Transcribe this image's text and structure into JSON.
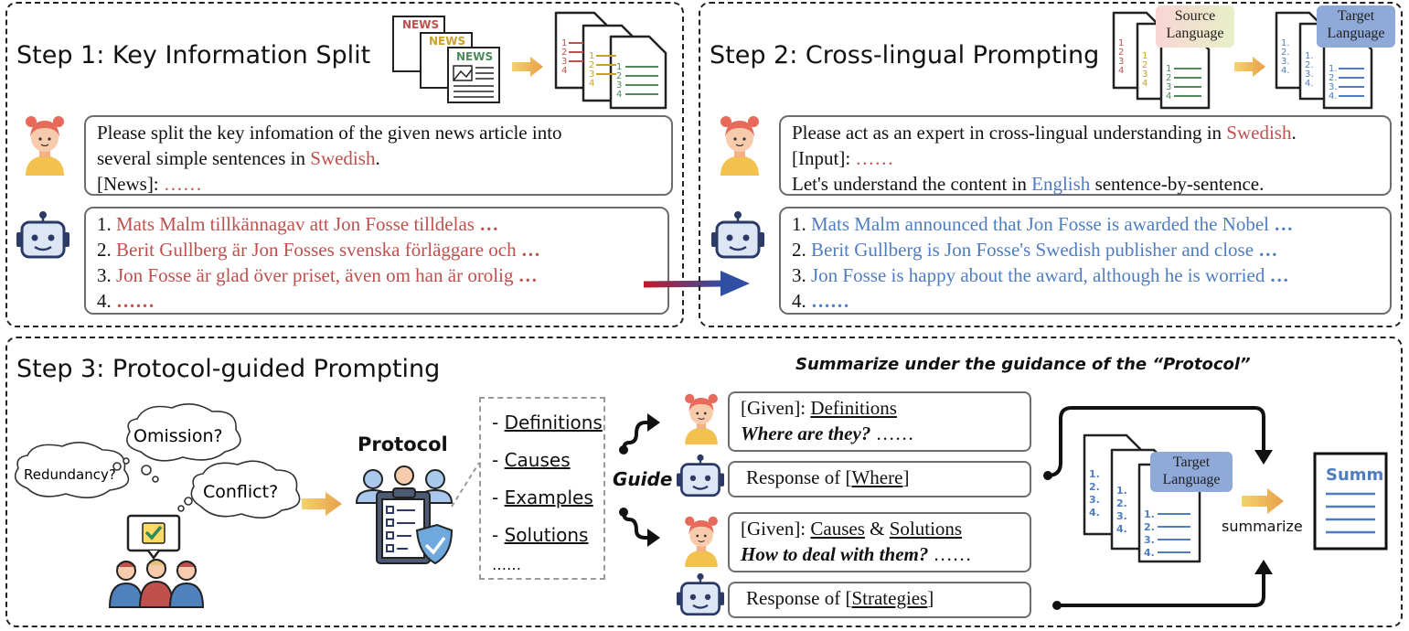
{
  "step1": {
    "title": "Step 1: Key Information Split",
    "news_label_1": "NEWS",
    "news_label_2": "NEWS",
    "news_label_3": "NEWS",
    "prompt": {
      "line1": "Please split the key infomation of the given news article into",
      "line2_prefix": "several simple sentences in ",
      "line2_lang": "Swedish",
      "line2_suffix": ".",
      "line3_prefix": "[News]: ",
      "line3_dots": "……"
    },
    "response": [
      {
        "num": "1. ",
        "text": "Mats Malm tillkännagav att Jon Fosse tilldelas ",
        "dots": "…"
      },
      {
        "num": "2. ",
        "text": "Berit Gullberg är Jon Fosses svenska förläggare och ",
        "dots": "…"
      },
      {
        "num": "3. ",
        "text": "Jon Fosse är glad över priset, även om han är orolig ",
        "dots": "…"
      },
      {
        "num": "4. ",
        "text": "",
        "dots": "……"
      }
    ]
  },
  "step2": {
    "title": "Step 2: Cross-lingual Prompting",
    "source_tag": "Source Language",
    "target_tag": "Target Language",
    "prompt": {
      "line1_prefix": "Please act as an expert in cross-lingual understanding in ",
      "line1_lang": "Swedish",
      "line1_suffix": ".",
      "line2_prefix": "[Input]: ",
      "line2_dots": "……",
      "line3_prefix": "Let's understand the content in ",
      "line3_lang": "English",
      "line3_suffix": " sentence-by-sentence."
    },
    "response": [
      {
        "num": "1. ",
        "text": "Mats Malm announced that Jon Fosse is awarded the Nobel ",
        "dots": "…"
      },
      {
        "num": "2. ",
        "text": "Berit Gullberg is Jon Fosse's Swedish publisher and close ",
        "dots": "…"
      },
      {
        "num": "3. ",
        "text": "Jon Fosse is happy about the award, although he is worried ",
        "dots": "…"
      },
      {
        "num": "4. ",
        "text": "",
        "dots": "……"
      }
    ]
  },
  "step3": {
    "title": "Step 3: Protocol-guided Prompting",
    "subtitle": "Summarize under the guidance of the “Protocol”",
    "clouds": [
      "Omission?",
      "Redundancy?",
      "Conflict?"
    ],
    "protocol_label": "Protocol",
    "protocol_items": [
      "- Definitions",
      "- Causes",
      "- Examples",
      "- Solutions",
      "……"
    ],
    "guide_label": "Guide",
    "box1": {
      "given": "[Given]: ",
      "given_item": "Definitions",
      "question": "Where are they?",
      "dots": " ……"
    },
    "resp1": {
      "prefix": "Response of [",
      "item": "Where",
      "suffix": "]"
    },
    "box2": {
      "given": "[Given]: ",
      "item_a": "Causes",
      "amp": " & ",
      "item_b": "Solutions",
      "question": "How to deal with them?",
      "dots": " ……"
    },
    "resp2": {
      "prefix": "Response of [",
      "item": "Strategies",
      "suffix": "]"
    },
    "target_tag": "Target Language",
    "summarize_label": "summarize",
    "summ_label": "Summ"
  }
}
